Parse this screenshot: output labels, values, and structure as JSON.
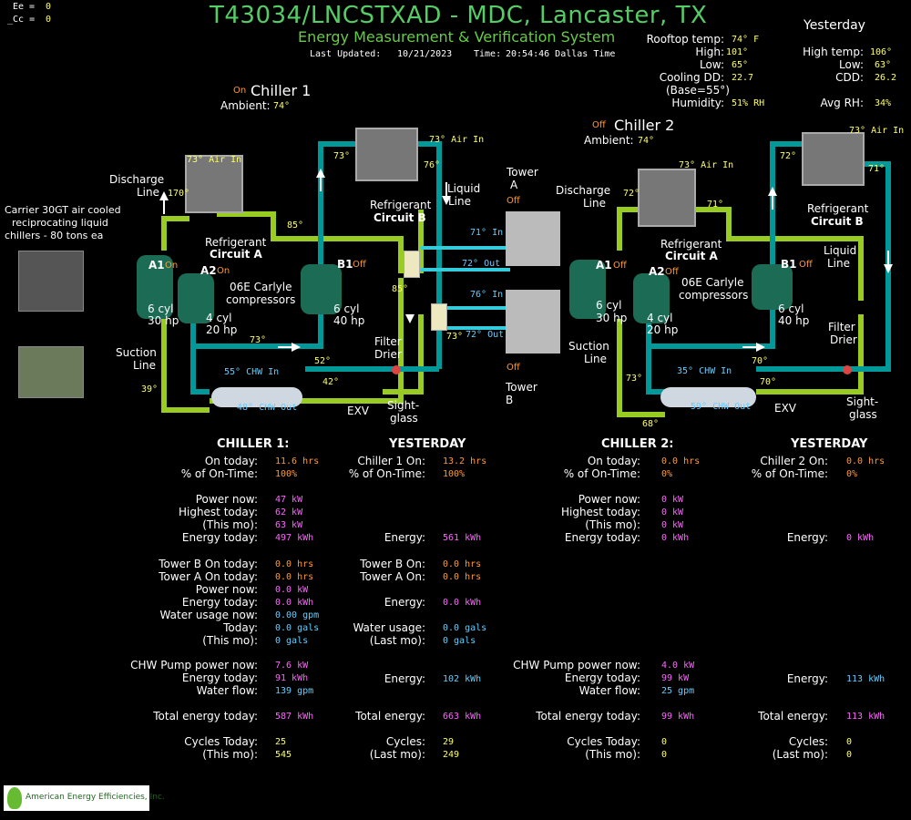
{
  "corner": {
    "ee_label": "Ee =",
    "ee_value": "0",
    "cc_label": "_Cc =",
    "cc_value": "0"
  },
  "header": {
    "title": "T43034/LNCSTXAD - MDC, Lancaster, TX",
    "subtitle": "Energy Measurement & Verification System",
    "updated_label": "Last Updated:",
    "updated_date": "10/21/2023",
    "time_label": "Time:",
    "time_value": "20:54:46 Dallas Time"
  },
  "weather": {
    "rooftop_label": "Rooftop temp:",
    "rooftop_value": "74° F",
    "high_label": "High:",
    "high_value": "101°",
    "low_label": "Low:",
    "low_value": "65°",
    "cdd_label": "Cooling DD:",
    "cdd_value": "22.7",
    "base_label": "(Base=55°)",
    "humidity_label": "Humidity:",
    "humidity_value": "51% RH"
  },
  "yesterday_weather": {
    "heading": "Yesterday",
    "high_label": "High temp:",
    "high_value": "106°",
    "low_label": "Low:",
    "low_value": "63°",
    "cdd_label": "CDD:",
    "cdd_value": "26.2",
    "rh_label": "Avg RH:",
    "rh_value": "34%"
  },
  "chiller1": {
    "state": "On",
    "name": "Chiller 1",
    "ambient_label": "Ambient:",
    "ambient_value": "74°",
    "desc": [
      "Carrier 30GT air cooled",
      "reciprocating liquid",
      "chillers - 80 tons ea"
    ],
    "discharge": [
      "Discharge",
      "Line"
    ],
    "suction": [
      "Suction",
      "Line"
    ],
    "air_in_a": "73° Air In",
    "air_in_b": "73° Air In",
    "t_discharge": "170°",
    "t_85a": "85°",
    "t_73b": "73°",
    "t_76": "76°",
    "t_85b": "85°",
    "t_73c": "73°",
    "t_73d": "73°",
    "t_52": "52°",
    "t_42": "42°",
    "t_39": "39°",
    "circuit_a": [
      "Refrigerant",
      "Circuit A"
    ],
    "circuit_b": [
      "Refrigerant",
      "Circuit B"
    ],
    "a1": "A1",
    "a1_state": "On",
    "a2": "A2",
    "a2_state": "On",
    "b1": "B1",
    "b1_state": "Off",
    "comp_label": [
      "06E Carlyle",
      "compressors"
    ],
    "a1_spec": [
      "6 cyl",
      "30 hp"
    ],
    "a2_spec": [
      "4 cyl",
      "20 hp"
    ],
    "b1_spec": [
      "6 cyl",
      "40 hp"
    ],
    "liquid": [
      "Liquid",
      "Line"
    ],
    "filter": [
      "Filter",
      "Drier"
    ],
    "exv": "EXV",
    "sight": [
      "Sight-",
      "glass"
    ],
    "chw_in": "55° CHW In",
    "chw_out": "48° CHW Out",
    "tower_a": [
      "Tower",
      "A"
    ],
    "tower_a_state": "Off",
    "tower_b": [
      "Tower",
      "B"
    ],
    "tower_b_state": "Off",
    "ta_in": "71° In",
    "ta_out": "72° Out",
    "tb_in": "76° In",
    "tb_out": "72° Out"
  },
  "chiller2": {
    "state": "Off",
    "name": "Chiller 2",
    "ambient_label": "Ambient:",
    "ambient_value": "74°",
    "discharge": [
      "Discharge",
      "Line"
    ],
    "suction": [
      "Suction",
      "Line"
    ],
    "air_in_a": "73° Air In",
    "air_in_b": "73° Air In",
    "t_discharge": "72°",
    "t_71a": "71°",
    "t_72b": "72°",
    "t_71b": "71°",
    "t_73": "73°",
    "t_70a": "70°",
    "t_70b": "70°",
    "t_68": "68°",
    "circuit_a": [
      "Refrigerant",
      "Circuit A"
    ],
    "circuit_b": [
      "Refrigerant",
      "Circuit B"
    ],
    "a1": "A1",
    "a1_state": "Off",
    "a2": "A2",
    "a2_state": "Off",
    "b1": "B1",
    "b1_state": "Off",
    "comp_label": [
      "06E Carlyle",
      "compressors"
    ],
    "a1_spec": [
      "6 cyl",
      "30 hp"
    ],
    "a2_spec": [
      "4 cyl",
      "20 hp"
    ],
    "b1_spec": [
      "6 cyl",
      "40 hp"
    ],
    "liquid": [
      "Liquid",
      "Line"
    ],
    "filter": [
      "Filter",
      "Drier"
    ],
    "exv": "EXV",
    "sight": [
      "Sight-",
      "glass"
    ],
    "chw_in": "35° CHW In",
    "chw_out": "59° CHW Out"
  },
  "stats1": {
    "heading": "CHILLER 1:",
    "rows": [
      {
        "label": "On today:",
        "value": "11.6 hrs",
        "color": "o"
      },
      {
        "label": "% of On-Time:",
        "value": "100%",
        "color": "o"
      },
      {
        "label": "Power now:",
        "value": "47 kW",
        "color": "m"
      },
      {
        "label": "Highest today:",
        "value": "62 kW",
        "color": "m"
      },
      {
        "label": "(This mo):",
        "value": "63 kW",
        "color": "m"
      },
      {
        "label": "Energy today:",
        "value": "497 kWh",
        "color": "m"
      },
      {
        "label": "Tower B On today:",
        "value": "0.0 hrs",
        "color": "o"
      },
      {
        "label": "Tower A On today:",
        "value": "0.0 hrs",
        "color": "o"
      },
      {
        "label": "Power now:",
        "value": "0.0 kW",
        "color": "m"
      },
      {
        "label": "Energy today:",
        "value": "0.0 kWh",
        "color": "m"
      },
      {
        "label": "Water usage now:",
        "value": "0.00 gpm",
        "color": "c"
      },
      {
        "label": "Today:",
        "value": "0.0 gals",
        "color": "c"
      },
      {
        "label": "(This mo):",
        "value": "0 gals",
        "color": "c"
      },
      {
        "label": "CHW Pump power now:",
        "value": "7.6 kW",
        "color": "m"
      },
      {
        "label": "Energy today:",
        "value": "91 kWh",
        "color": "m"
      },
      {
        "label": "Water flow:",
        "value": "139 gpm",
        "color": "c"
      },
      {
        "label": "Total energy today:",
        "value": "587 kWh",
        "color": "m"
      },
      {
        "label": "Cycles Today:",
        "value": "25",
        "color": "y"
      },
      {
        "label": "(This mo):",
        "value": "545",
        "color": "y"
      }
    ]
  },
  "yest1": {
    "heading": "YESTERDAY",
    "rows": [
      {
        "label": "Chiller 1 On:",
        "value": "13.2 hrs",
        "color": "o"
      },
      {
        "label": "% of On-Time:",
        "value": "100%",
        "color": "o"
      },
      {
        "label": "Energy:",
        "value": "561 kWh",
        "color": "m"
      },
      {
        "label": "Tower B On:",
        "value": "0.0 hrs",
        "color": "o"
      },
      {
        "label": "Tower A On:",
        "value": "0.0 hrs",
        "color": "o"
      },
      {
        "label": "Energy:",
        "value": "0.0 kWh",
        "color": "m"
      },
      {
        "label": "Water usage:",
        "value": "0.0 gals",
        "color": "c"
      },
      {
        "label": "(Last mo):",
        "value": "0 gals",
        "color": "c"
      },
      {
        "label": "Energy:",
        "value": "102 kWh",
        "color": "c"
      },
      {
        "label": "Total energy:",
        "value": "663 kWh",
        "color": "m"
      },
      {
        "label": "Cycles:",
        "value": "29",
        "color": "y"
      },
      {
        "label": "(Last mo):",
        "value": "249",
        "color": "y"
      }
    ]
  },
  "stats2": {
    "heading": "CHILLER 2:",
    "rows": [
      {
        "label": "On today:",
        "value": "0.0 hrs",
        "color": "o"
      },
      {
        "label": "% of On-Time:",
        "value": "0%",
        "color": "o"
      },
      {
        "label": "Power now:",
        "value": "0 kW",
        "color": "m"
      },
      {
        "label": "Highest today:",
        "value": "0 kW",
        "color": "m"
      },
      {
        "label": "(This mo):",
        "value": "0 kW",
        "color": "m"
      },
      {
        "label": "Energy today:",
        "value": "0 kWh",
        "color": "m"
      },
      {
        "label": "CHW Pump power now:",
        "value": "4.0 kW",
        "color": "m"
      },
      {
        "label": "Energy today:",
        "value": "99 kW",
        "color": "m"
      },
      {
        "label": "Water flow:",
        "value": "25 gpm",
        "color": "c"
      },
      {
        "label": "Total energy today:",
        "value": "99 kWh",
        "color": "m"
      },
      {
        "label": "Cycles Today:",
        "value": "0",
        "color": "y"
      },
      {
        "label": "(This mo):",
        "value": "0",
        "color": "y"
      }
    ]
  },
  "yest2": {
    "heading": "YESTERDAY",
    "rows": [
      {
        "label": "Chiller 2 On:",
        "value": "0.0 hrs",
        "color": "o"
      },
      {
        "label": "% of On-Time:",
        "value": "0%",
        "color": "o"
      },
      {
        "label": "Energy:",
        "value": "0 kWh",
        "color": "m"
      },
      {
        "label": "Energy:",
        "value": "113 kWh",
        "color": "c"
      },
      {
        "label": "Total energy:",
        "value": "113 kWh",
        "color": "m"
      },
      {
        "label": "Cycles:",
        "value": "0",
        "color": "y"
      },
      {
        "label": "(Last mo):",
        "value": "0",
        "color": "y"
      }
    ]
  },
  "footer": {
    "company": "American Energy Efficiencies, Inc."
  }
}
